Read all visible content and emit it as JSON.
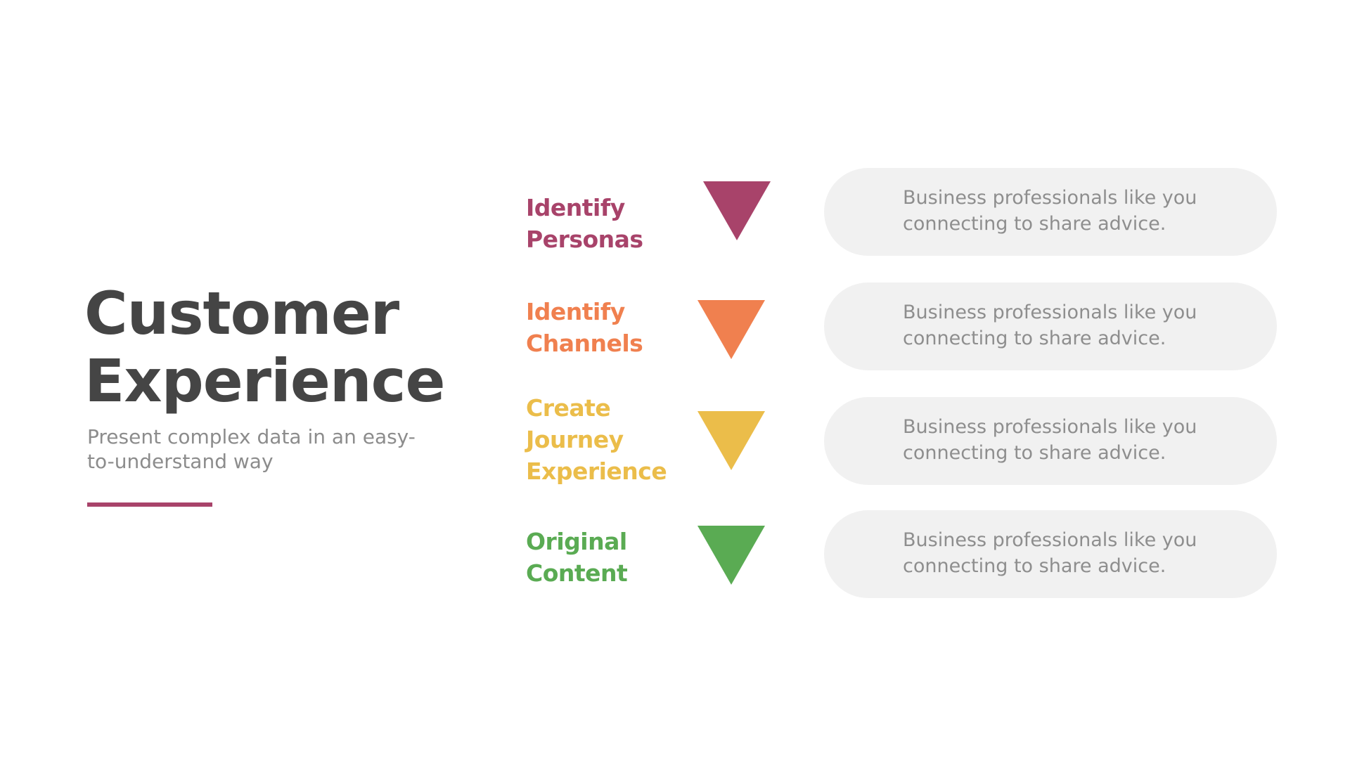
{
  "slide": {
    "title_line1": "Customer",
    "title_line2": "Experience",
    "subtitle": "Present complex data in an easy-to-understand way",
    "accent_color": "#a8436a"
  },
  "steps": [
    {
      "label": "Identify\nPersonas",
      "color": "#a8436a",
      "triangle_icon": "down-triangle-icon",
      "description": "Business professionals like you\nconnecting to share advice."
    },
    {
      "label": "Identify\nChannels",
      "color": "#f0804f",
      "triangle_icon": "down-triangle-icon",
      "description": "Business professionals like you\nconnecting to share advice."
    },
    {
      "label": "Create\nJourney\nExperience",
      "color": "#ebbd4a",
      "triangle_icon": "down-triangle-icon",
      "description": "Business professionals like you\nconnecting to share advice."
    },
    {
      "label": "Original\nContent",
      "color": "#5aab53",
      "triangle_icon": "down-triangle-icon",
      "description": "Business professionals like you\nconnecting to share advice."
    }
  ]
}
